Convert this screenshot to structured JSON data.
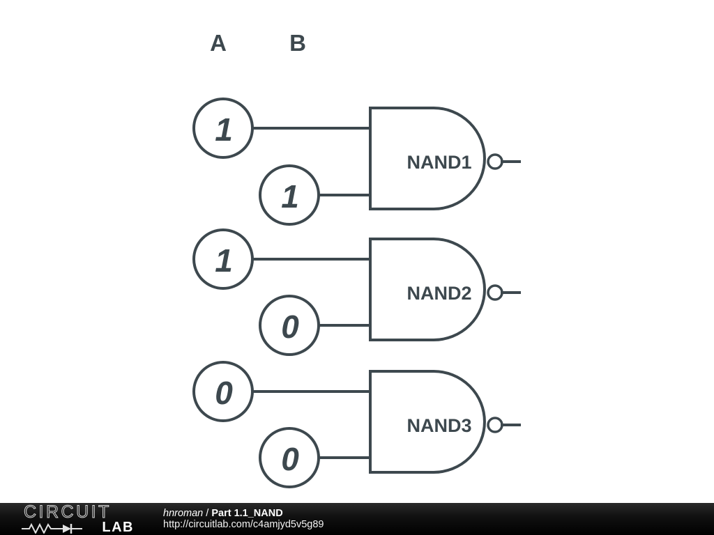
{
  "canvas": {
    "background_color": "#ffffff",
    "stroke_color": "#3d484e"
  },
  "headers": {
    "input_a": "A",
    "input_b": "B"
  },
  "rows": [
    {
      "gate_label": "NAND1",
      "input_a_value": "1",
      "input_b_value": "1"
    },
    {
      "gate_label": "NAND2",
      "input_a_value": "1",
      "input_b_value": "0"
    },
    {
      "gate_label": "NAND3",
      "input_a_value": "0",
      "input_b_value": "0"
    }
  ],
  "footer": {
    "logo_word": "CIRCUIT",
    "logo_lab": "LAB",
    "author": "hnroman",
    "separator": "/",
    "project": "Part 1.1_NAND",
    "url": "http://circuitlab.com/c4amjyd5v5g89",
    "background_color": "#000000"
  }
}
